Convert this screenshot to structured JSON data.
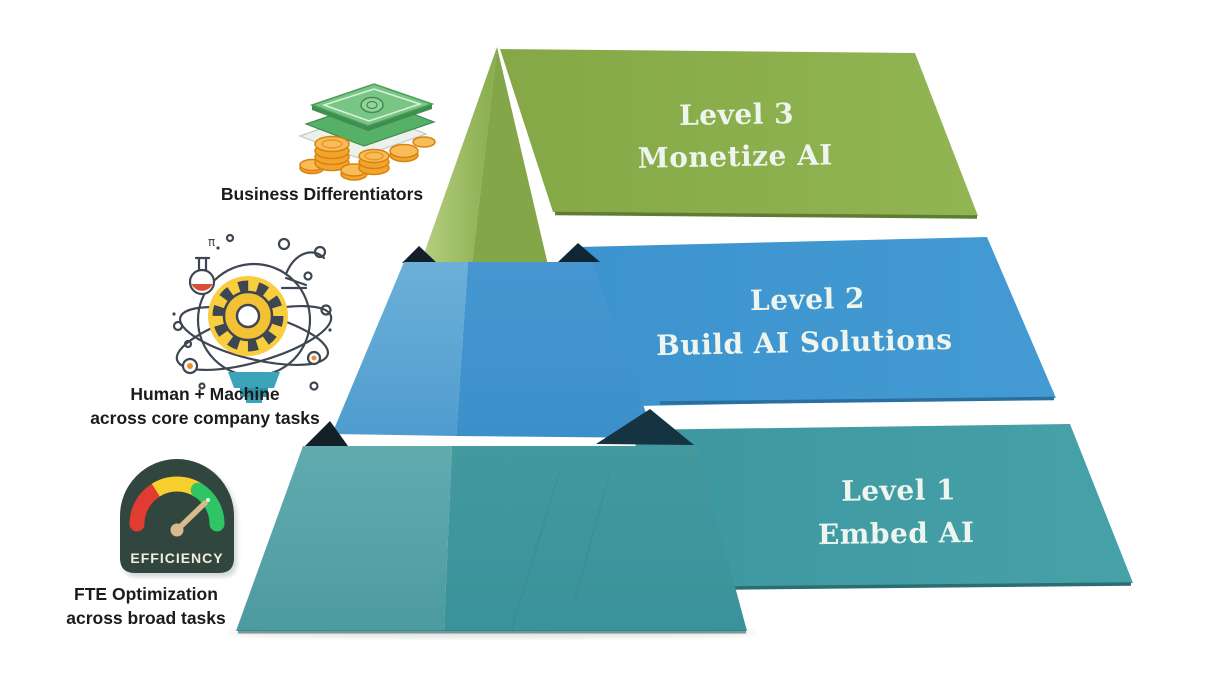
{
  "pyramid": {
    "levels": [
      {
        "name": "Level 3",
        "caption": "Monetize AI",
        "color": "#8db04e"
      },
      {
        "name": "Level 2",
        "caption": "Build AI Solutions",
        "color": "#3f96d0"
      },
      {
        "name": "Level 1",
        "caption": "Embed AI",
        "color": "#3f99a1"
      }
    ]
  },
  "annotations": [
    {
      "icon": "money-stack-coins-icon",
      "lines": [
        "Business Differentiators"
      ]
    },
    {
      "icon": "human-machine-science-icon",
      "lines": [
        "Human + Machine",
        "across core company tasks"
      ]
    },
    {
      "icon": "efficiency-gauge-icon",
      "lines": [
        "FTE Optimization",
        "across broad tasks"
      ]
    }
  ],
  "gauge": {
    "label": "EFFICIENCY"
  },
  "science_icon": {
    "pi_symbol": "π"
  },
  "colors": {
    "level3_green": "#8db04e",
    "level2_blue": "#3f96d0",
    "level1_teal": "#3f99a1",
    "band_text": "#eef5ee",
    "side_label_text": "#1b1b1b",
    "gauge_badge": "#31463f",
    "gauge_red": "#e23b32",
    "gauge_yellow": "#f7d02e",
    "gauge_green": "#2fc464",
    "coin_orange": "#f3a42d",
    "banknote_green": "#79c584"
  }
}
